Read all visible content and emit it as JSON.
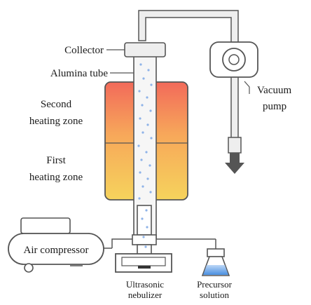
{
  "labels": {
    "collector": "Collector",
    "alumina_tube": "Alumina tube",
    "second_zone_line1": "Second",
    "second_zone_line2": "heating zone",
    "first_zone_line1": "First",
    "first_zone_line2": "heating zone",
    "vacuum_line1": "Vacuum",
    "vacuum_line2": "pump",
    "air_compressor": "Air compressor",
    "nebulizer_line1": "Ultrasonic",
    "nebulizer_line2": "nebulizer",
    "precursor_line1": "Precursor",
    "precursor_line2": "solution"
  },
  "colors": {
    "furnace_top": "#f26a5a",
    "furnace_mid": "#f7a85a",
    "furnace_bottom": "#f6d35c",
    "outline": "#555555",
    "pipe_fill": "#eeeeee",
    "droplets": "#8fb3e8",
    "solution": "#4a8fe0"
  }
}
